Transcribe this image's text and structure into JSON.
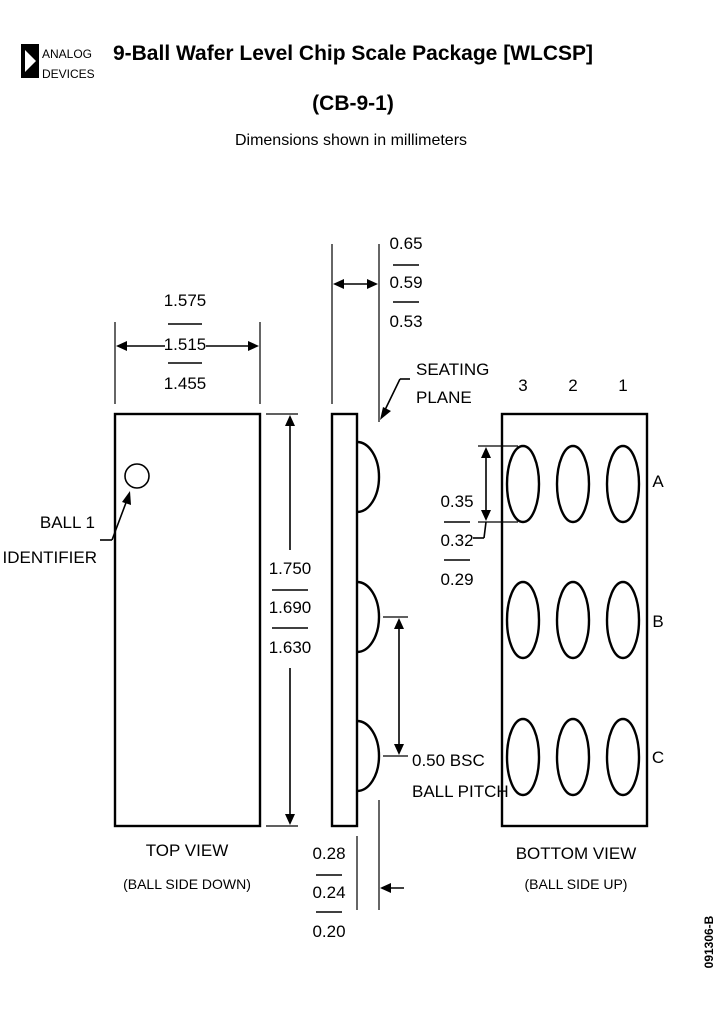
{
  "header": {
    "logo_line1": "ANALOG",
    "logo_line2": "DEVICES",
    "title_line1": "9-Ball Wafer Level Chip Scale Package [WLCSP]",
    "title_line2": "(CB-9-1)",
    "subtitle": "Dimensions shown in millimeters"
  },
  "top_view": {
    "width_max": "1.575",
    "width_nom": "1.515",
    "width_min": "1.455",
    "height_max": "1.750",
    "height_nom": "1.690",
    "height_min": "1.630",
    "ball1_line1": "BALL 1",
    "ball1_line2": "IDENTIFIER",
    "caption": "TOP VIEW",
    "caption_sub": "(BALL SIDE DOWN)"
  },
  "side_view": {
    "height_max": "0.65",
    "height_nom": "0.59",
    "height_min": "0.53",
    "seating_line1": "SEATING",
    "seating_line2": "PLANE",
    "pitch_line1": "0.50 BSC",
    "pitch_line2": "BALL PITCH",
    "ball_height_max": "0.28",
    "ball_height_nom": "0.24",
    "ball_height_min": "0.20"
  },
  "bottom_view": {
    "columns": [
      "3",
      "2",
      "1"
    ],
    "rows": [
      "A",
      "B",
      "C"
    ],
    "ball_dia_max": "0.35",
    "ball_dia_nom": "0.32",
    "ball_dia_min": "0.29",
    "caption": "BOTTOM VIEW",
    "caption_sub": "(BALL SIDE UP)"
  },
  "doc_code": "091306-B"
}
